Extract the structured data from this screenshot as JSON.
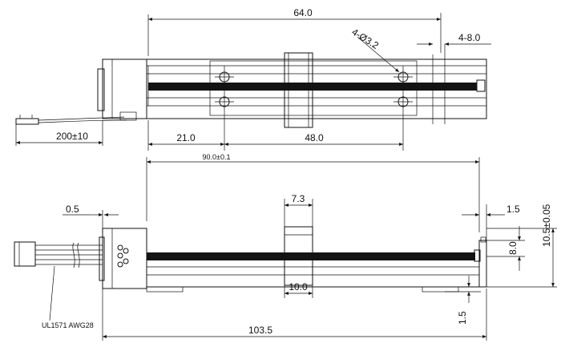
{
  "dimensions": {
    "top_length": "64.0",
    "holes": "4-Ø3.2",
    "slots": "4-8.0",
    "wire_length": "200±10",
    "offset_21": "21.0",
    "span_48": "48.0",
    "total_90": "90.0±0.1",
    "gap_05": "0.5",
    "slider_73": "7.3",
    "end_15": "1.5",
    "height_80": "8.0",
    "height_105": "10.5±0.05",
    "wire_spec": "UL1571  AWG28",
    "slider_10": "10.0",
    "bottom_15": "1.5",
    "total_1035": "103.5"
  }
}
